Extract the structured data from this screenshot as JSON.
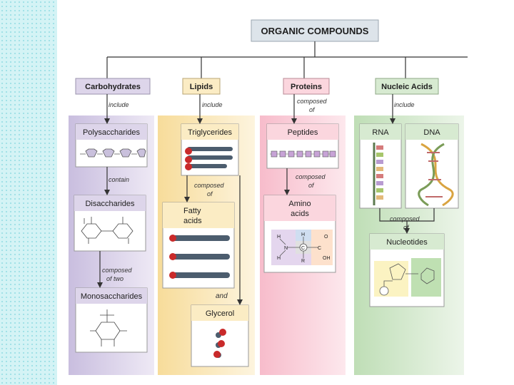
{
  "title": "ORGANIC COMPOUNDS",
  "categories": {
    "carbohydrates": "Carbohydrates",
    "lipids": "Lipids",
    "proteins": "Proteins",
    "nucleic_acids": "Nucleic Acids"
  },
  "nodes": {
    "polysaccharides": "Polysaccharides",
    "disaccharides": "Disaccharides",
    "monosaccharides": "Monosaccharides",
    "triglycerides": "Triglycerides",
    "fatty_acids_line1": "Fatty",
    "fatty_acids_line2": "acids",
    "glycerol": "Glycerol",
    "peptides": "Peptides",
    "amino_acids_line1": "Amino",
    "amino_acids_line2": "acids",
    "rna": "RNA",
    "dna": "DNA",
    "nucleotides": "Nucleotides"
  },
  "connectors": {
    "carb_include": "include",
    "lipid_include": "include",
    "protein_composed_1": "composed",
    "protein_composed_2": "of",
    "nucleic_include": "include",
    "contain": "contain",
    "composed_of_two_1": "composed",
    "composed_of_two_2": "of two",
    "tri_composed_1": "composed",
    "tri_composed_2": "of",
    "and": "and",
    "pep_composed_1": "composed",
    "pep_composed_2": "of",
    "nuc_composed_1": "composed",
    "nuc_composed_2": "of"
  },
  "amino_acid_labels": {
    "h1": "H",
    "h2": "H",
    "n": "N",
    "c": "C",
    "r": "R",
    "h3": "H",
    "o": "O",
    "oh": "OH",
    "c2": "C"
  },
  "colors": {
    "carbohydrates": "#ddd5ea",
    "lipids": "#fbecc4",
    "proteins": "#fbd6de",
    "nucleic_acids": "#d7ead1",
    "title_box": "#dde4ea",
    "background_dots": "#d4f3f5"
  }
}
